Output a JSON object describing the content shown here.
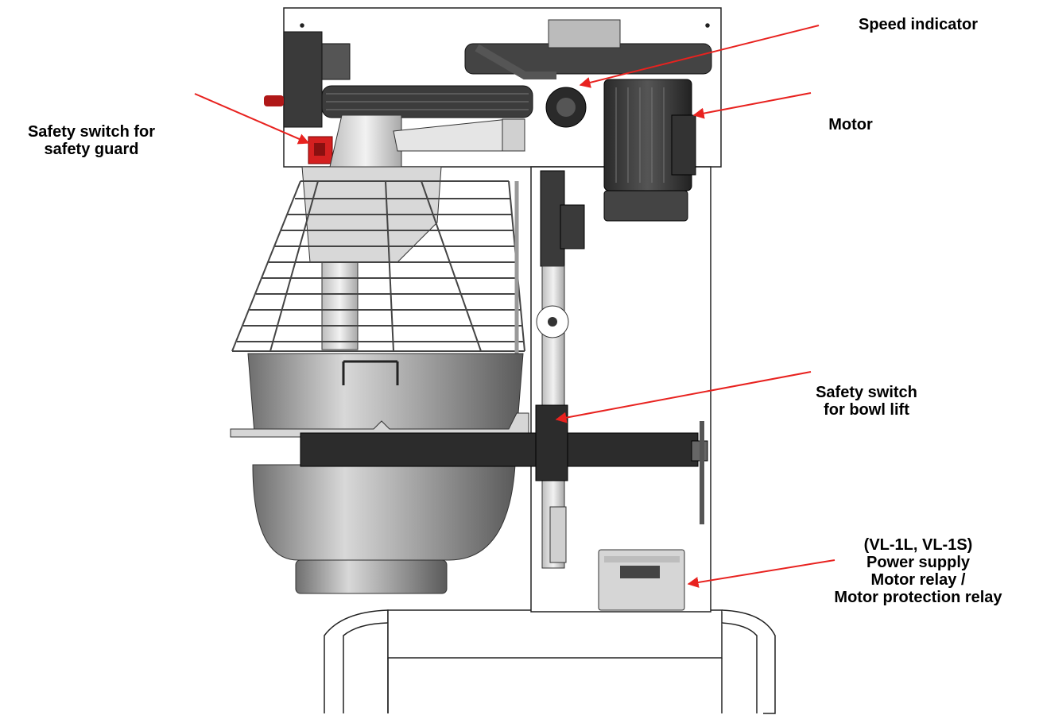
{
  "labels": {
    "speed_indicator": "Speed indicator",
    "motor": "Motor",
    "safety_guard": [
      "Safety switch for",
      "safety guard"
    ],
    "bowl_lift": [
      "Safety switch",
      "for bowl lift"
    ],
    "power": [
      "(VL-1L, VL-1S)",
      "Power supply",
      "Motor relay /",
      "Motor protection relay"
    ]
  },
  "colors": {
    "arrow": "#e8221f",
    "housing_outline": "#222222",
    "dark_part": "#333333",
    "bowl_steel": "#9a9a9a",
    "safety_switch_red": "#d42020"
  }
}
